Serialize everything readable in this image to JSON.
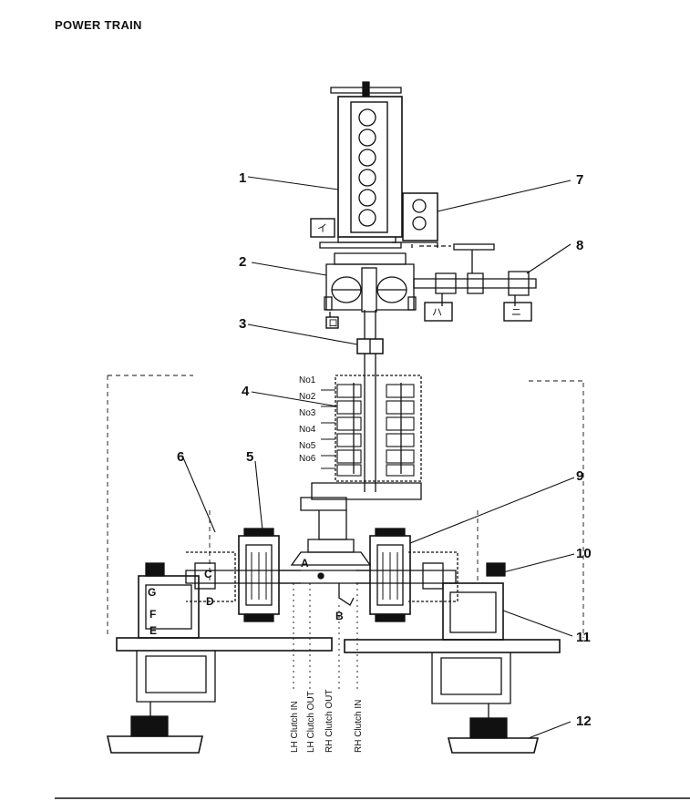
{
  "title": "POWER TRAIN",
  "callouts": [
    "1",
    "2",
    "3",
    "4",
    "5",
    "6",
    "7",
    "8",
    "9",
    "10",
    "11",
    "12"
  ],
  "clutches": [
    "No1",
    "No2",
    "No3",
    "No4",
    "No5",
    "No6"
  ],
  "letters": {
    "a": "A",
    "b": "B",
    "c": "C",
    "d": "D",
    "e": "E",
    "f": "F",
    "g": "G"
  },
  "boxes": {
    "i": "イ",
    "ro": "ロ",
    "ha": "ハ",
    "ni": "ニ"
  },
  "clutch_lines": [
    "LH Clutch IN",
    "LH Clutch OUT",
    "RH Clutch OUT",
    "RH Clutch IN"
  ]
}
